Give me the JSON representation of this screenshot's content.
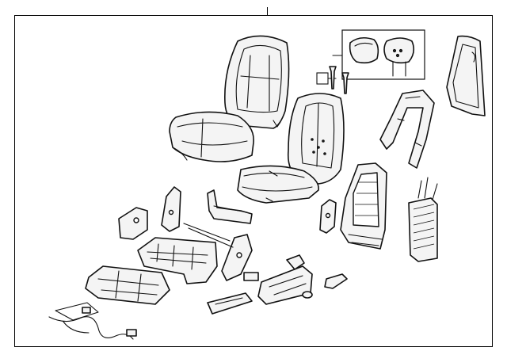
{
  "diagram": {
    "parts": [
      {
        "id": "seatback-cover",
        "icon": "seatback-cover-icon"
      },
      {
        "id": "cushion-cover",
        "icon": "cushion-cover-icon"
      },
      {
        "id": "headrest-assembly",
        "icon": "headrest-icon"
      },
      {
        "id": "headrest-guides",
        "icon": "headrest-guide-icon"
      },
      {
        "id": "back-panel",
        "icon": "back-panel-icon"
      },
      {
        "id": "seatback-pad",
        "icon": "seatback-pad-icon"
      },
      {
        "id": "side-bolster-trim",
        "icon": "bolster-trim-icon"
      },
      {
        "id": "cushion-pad",
        "icon": "cushion-pad-icon"
      },
      {
        "id": "seatback-frame",
        "icon": "seatback-frame-icon"
      },
      {
        "id": "lumbar-support",
        "icon": "lumbar-icon"
      },
      {
        "id": "seat-adjuster-track",
        "icon": "seat-track-icon"
      },
      {
        "id": "recliner-brackets",
        "icon": "recliner-icon"
      },
      {
        "id": "wiring-harness",
        "icon": "harness-icon"
      },
      {
        "id": "side-shields",
        "icon": "side-shield-icon"
      },
      {
        "id": "adjuster-knobs",
        "icon": "knob-icon"
      }
    ]
  }
}
